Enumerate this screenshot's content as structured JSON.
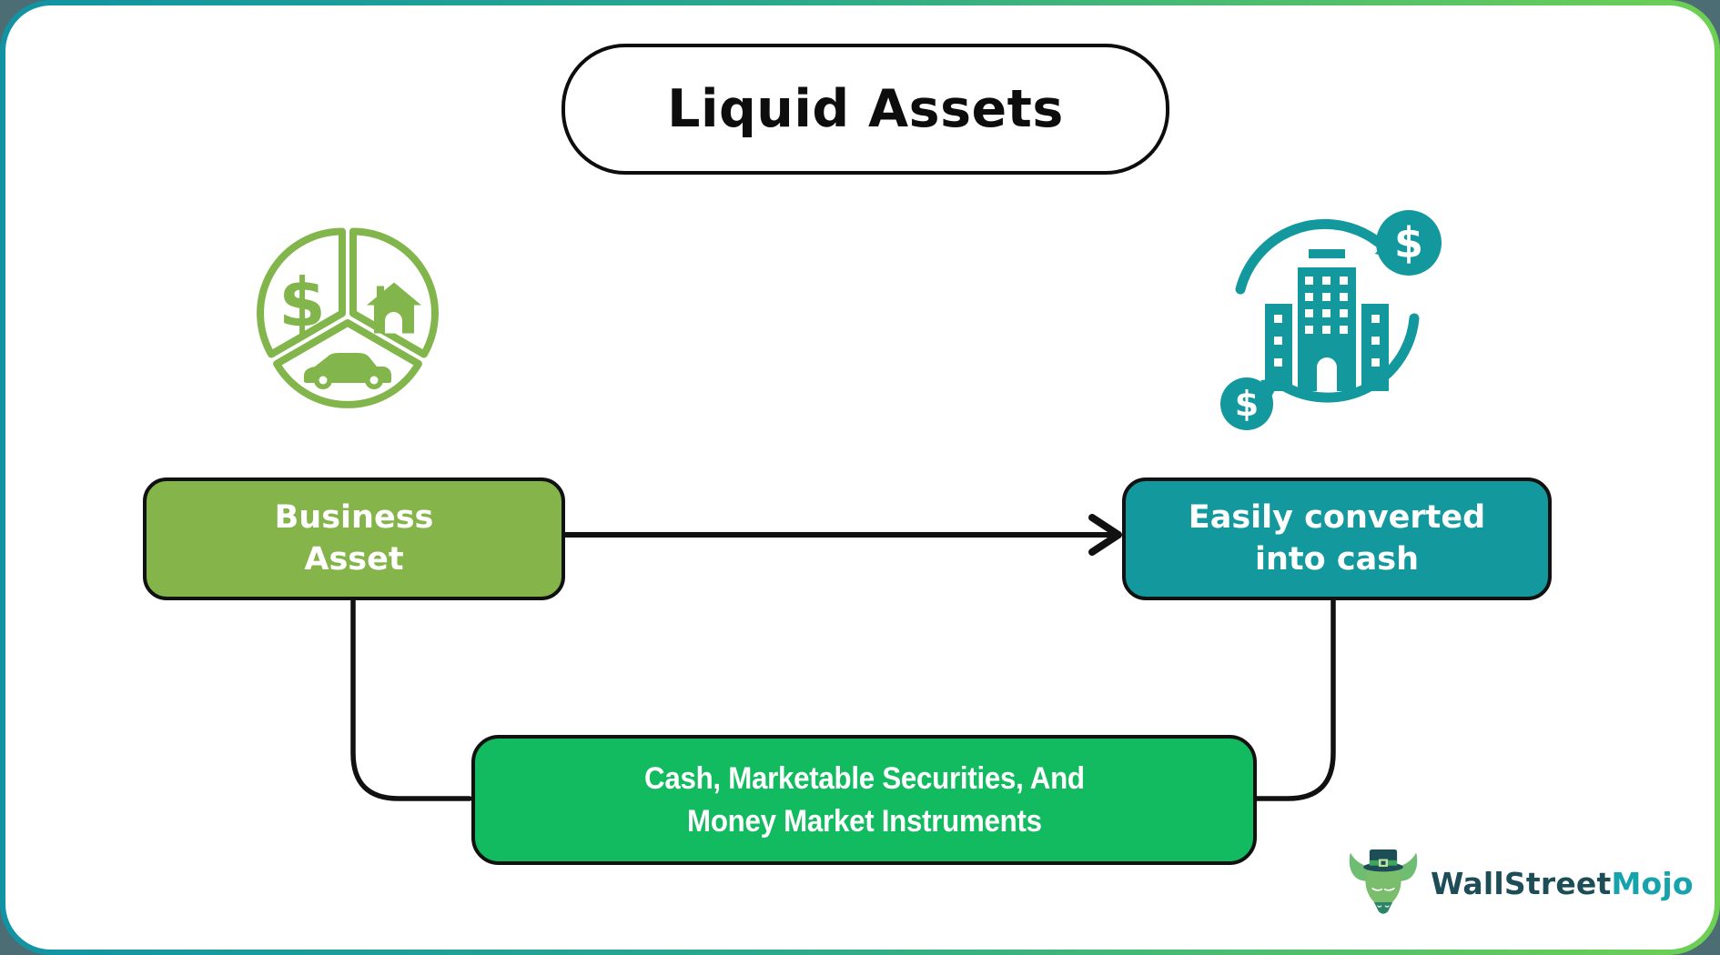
{
  "title": "Liquid Assets",
  "nodes": {
    "business_asset": {
      "lines": [
        "Business",
        "Asset"
      ],
      "color": "#84b44a"
    },
    "easily_converted": {
      "lines": [
        "Easily converted",
        "into cash"
      ],
      "color": "#13999d"
    },
    "instruments": {
      "lines": [
        "Cash, Marketable Securities, And",
        "Money Market Instruments"
      ],
      "color": "#12bb60"
    }
  },
  "icons": {
    "business_assets_icon": "pie-circle with dollar, house and car segments",
    "cash_conversion_icon": "building with circular arrows and dollar coins",
    "dollar_glyph": "$"
  },
  "logo": {
    "part1": "WallStreet",
    "part2": "Mojo"
  },
  "colors": {
    "frame_teal": "#1193a4",
    "frame_green": "#6ed053",
    "outer_background": "#4d6d74",
    "olive_green": "#84b44a",
    "teal": "#13999d",
    "bright_green": "#12bb60",
    "icon_olive": "#82b54b",
    "icon_teal": "#13999d",
    "line_black": "#111111",
    "logo_dark_teal": "#1d4e57",
    "logo_teal": "#16a3ac"
  }
}
